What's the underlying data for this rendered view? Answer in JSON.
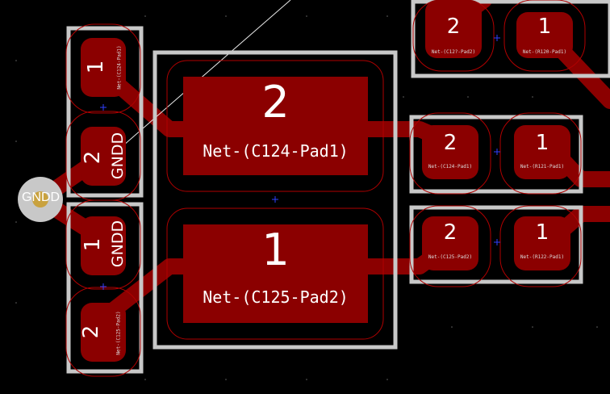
{
  "colors": {
    "background": "#000000",
    "pad": "#8b0000",
    "outline": "#c8c8c8",
    "clearance": "#b00000",
    "via": "#c9a23f"
  },
  "via": {
    "label": "GNDD"
  },
  "big_pads": [
    {
      "number": "2",
      "net": "Net-(C124-Pad1)"
    },
    {
      "number": "1",
      "net": "Net-(C125-Pad2)"
    }
  ],
  "left_component_top": {
    "pad1": {
      "number": "1",
      "net": "Net-(C124-Pad1)"
    },
    "pad2": {
      "number": "2",
      "net": "GNDD"
    }
  },
  "left_component_bottom": {
    "pad1": {
      "number": "1",
      "net": "GNDD"
    },
    "pad2": {
      "number": "2",
      "net": "Net-(C125-Pad2)"
    }
  },
  "right_components": [
    {
      "pad_left": {
        "number": "2",
        "net": "Net-(C12?-Pad2)"
      },
      "pad_right": {
        "number": "1",
        "net": "Net-(R120-Pad1)"
      }
    },
    {
      "pad_left": {
        "number": "2",
        "net": "Net-(C124-Pad1)"
      },
      "pad_right": {
        "number": "1",
        "net": "Net-(R121-Pad1)"
      }
    },
    {
      "pad_left": {
        "number": "2",
        "net": "Net-(C125-Pad2)"
      },
      "pad_right": {
        "number": "1",
        "net": "Net-(R122-Pad1)"
      }
    }
  ]
}
